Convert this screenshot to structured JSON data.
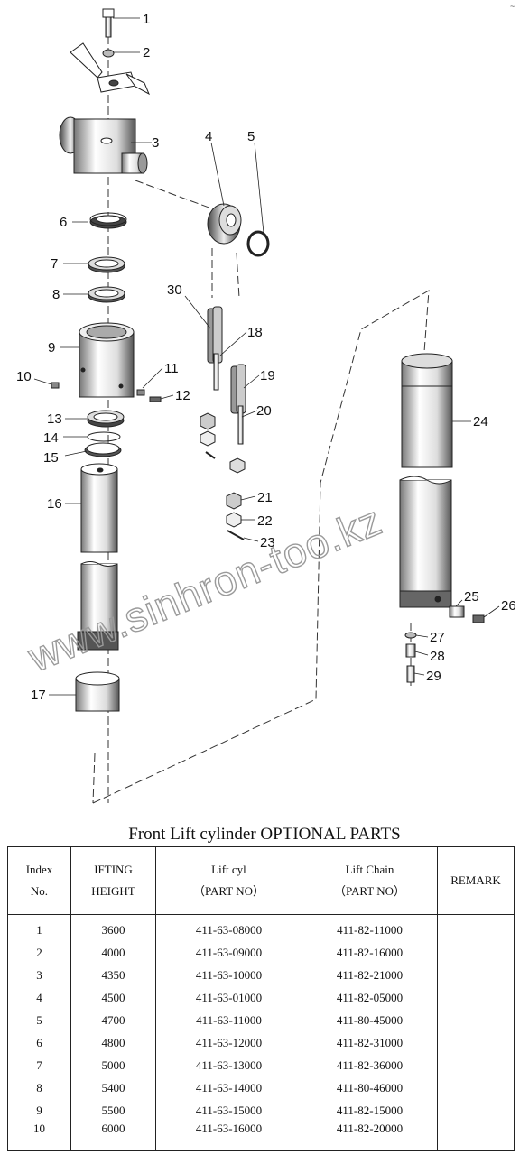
{
  "diagram": {
    "callouts": [
      "1",
      "2",
      "3",
      "4",
      "5",
      "6",
      "7",
      "8",
      "9",
      "10",
      "11",
      "12",
      "13",
      "14",
      "15",
      "16",
      "17",
      "18",
      "19",
      "20",
      "21",
      "22",
      "23",
      "24",
      "25",
      "26",
      "27",
      "28",
      "29",
      "30"
    ],
    "watermark": "www.sinhron-too.kz",
    "corner_mark": "~"
  },
  "table": {
    "title": "Front Lift cylinder OPTIONAL PARTS",
    "headers": {
      "index_line1": "Index",
      "index_line2": "No.",
      "height_line1": "IFTING",
      "height_line2": "HEIGHT",
      "cyl_line1": "Lift cyl",
      "cyl_line2": "（PART NO）",
      "chain_line1": "Lift Chain",
      "chain_line2": "（PART NO）",
      "remark": "REMARK"
    },
    "rows": [
      {
        "index": "1",
        "height": "3600",
        "cyl": "411-63-08000",
        "chain": "411-82-11000",
        "remark": ""
      },
      {
        "index": "2",
        "height": "4000",
        "cyl": "411-63-09000",
        "chain": "411-82-16000",
        "remark": ""
      },
      {
        "index": "3",
        "height": "4350",
        "cyl": "411-63-10000",
        "chain": "411-82-21000",
        "remark": ""
      },
      {
        "index": "4",
        "height": "4500",
        "cyl": "411-63-01000",
        "chain": "411-82-05000",
        "remark": ""
      },
      {
        "index": "5",
        "height": "4700",
        "cyl": "411-63-11000",
        "chain": "411-80-45000",
        "remark": ""
      },
      {
        "index": "6",
        "height": "4800",
        "cyl": "411-63-12000",
        "chain": "411-82-31000",
        "remark": ""
      },
      {
        "index": "7",
        "height": "5000",
        "cyl": "411-63-13000",
        "chain": "411-82-36000",
        "remark": ""
      },
      {
        "index": "8",
        "height": "5400",
        "cyl": "411-63-14000",
        "chain": "411-80-46000",
        "remark": ""
      },
      {
        "index": "9",
        "height": "5500",
        "cyl": "411-63-15000",
        "chain": "411-82-15000",
        "remark": ""
      },
      {
        "index": "10",
        "height": "6000",
        "cyl": "411-63-16000",
        "chain": "411-82-20000",
        "remark": ""
      }
    ]
  }
}
